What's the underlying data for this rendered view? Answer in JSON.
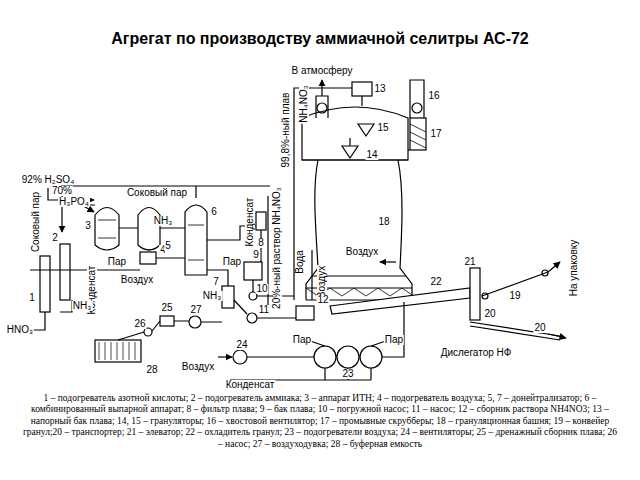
{
  "diagram": {
    "title": "Агрегат по производству аммиачной селитры АС-72",
    "caption": "1 – подогреватель азотной кислоты; 2 – подогреватель аммиака; 3 – аппарат ИТН; 4 – подогреватель воздуха; 5, 7 – донейтрализатор; 6 – комбинированный выпарной аппарат; 8 – фильтр плава; 9 – бак плава; 10 – погружной насос; 11 – насос; 12 – сборник раствора NH4NO3; 13 – напорный бак плава; 14, 15 – грануляторы; 16 – хвостовой вентилятор; 17 – промывные скрубберы; 18 – грануляционная башня; 19 – конвейер гранул;20 – транспортер; 21 – элеватор; 22 – охладитель гранул; 23 – подогреватели воздуха; 24 – вентиляторы; 25 – дренажный сборник плава; 26 – насос; 27 – воздуходувка; 28 – буферная емкость",
    "labels": [
      "В атмосферу",
      "13",
      "16",
      "15",
      "17",
      "14",
      "NH₄NO₃",
      "99,8%-ный плав",
      "92% H₂SO₄",
      "70%",
      "H₃PO₄",
      "Соковый пар",
      "Соковый пар",
      "3",
      "NH₃",
      "6",
      "Конденсат",
      "20%-ный раствор NH₄NO₃",
      "18",
      "2",
      "Пар",
      "4",
      "8",
      "Пар",
      "7",
      "9",
      "NH₃",
      "Вода",
      "Воздух",
      "Воздух",
      "Воздух",
      "10",
      "1",
      "Конденсат",
      "NH₃",
      "5",
      "11",
      "12",
      "22",
      "21",
      "19",
      "20",
      "20",
      "На упаковку",
      "27",
      "25",
      "HNO₃",
      "28",
      "24",
      "Воздух",
      "Пар",
      "Пар",
      "Дислегатор НФ",
      "23",
      "Конденсат",
      "26"
    ]
  }
}
